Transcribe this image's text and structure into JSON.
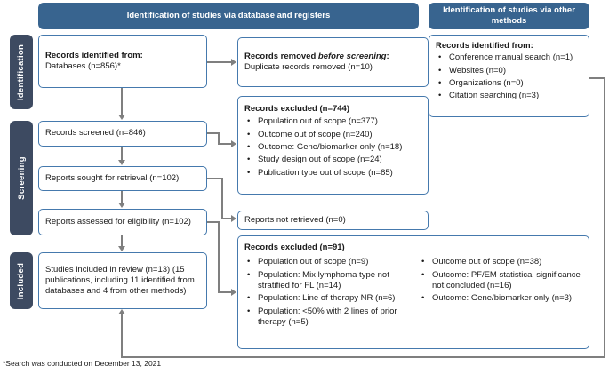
{
  "headers": {
    "database_registers": "Identification of studies via database and registers",
    "other_methods": "Identification of studies via other methods"
  },
  "stages": {
    "identification": "Identification",
    "screening": "Screening",
    "included": "Included"
  },
  "boxes": {
    "records_identified": {
      "title": "Records identified from:",
      "body": "Databases (n=856)*"
    },
    "records_removed": {
      "title_pre": "Records removed ",
      "title_em": "before screening",
      "title_post": ":",
      "body": "Duplicate records removed (n=10)"
    },
    "other_methods": {
      "title": "Records identified from:",
      "bullets": [
        "Conference manual search (n=1)",
        "Websites (n=0)",
        "Organizations (n=0)",
        "Citation searching (n=3)"
      ]
    },
    "records_screened": {
      "text": "Records screened (n=846)"
    },
    "records_excluded_744": {
      "title": "Records excluded (n=744)",
      "bullets": [
        "Population out of scope (n=377)",
        "Outcome out of scope (n=240)",
        "Outcome: Gene/biomarker only (n=18)",
        "Study design out of scope (n=24)",
        "Publication type out of scope (n=85)"
      ]
    },
    "reports_sought": {
      "text": "Reports sought for retrieval (n=102)"
    },
    "reports_not_retrieved": {
      "text": "Reports not retrieved (n=0)"
    },
    "reports_assessed": {
      "text": "Reports assessed for eligibility (n=102)"
    },
    "records_excluded_91": {
      "title": "Records excluded (n=91)",
      "bullets_left": [
        "Population out of scope (n=9)",
        "Population: Mix lymphoma type not stratified for FL (n=14)",
        "Population: Line of therapy NR (n=6)",
        "Population: <50% with 2 lines of prior therapy (n=5)"
      ],
      "bullets_right": [
        "Outcome out of scope (n=38)",
        "Outcome: PF/EM statistical significance not concluded (n=16)",
        "Outcome: Gene/biomarker only (n=3)"
      ]
    },
    "studies_included": {
      "text": "Studies included in review (n=13) (15 publications, including 11 identified from databases and 4 from other methods)"
    }
  },
  "footnote": "*Search was conducted on December 13, 2021",
  "colors": {
    "header_bg": "#38648f",
    "stage_bg": "#3d4a61",
    "box_border": "#4579ad",
    "connector": "#7f7f7f"
  }
}
